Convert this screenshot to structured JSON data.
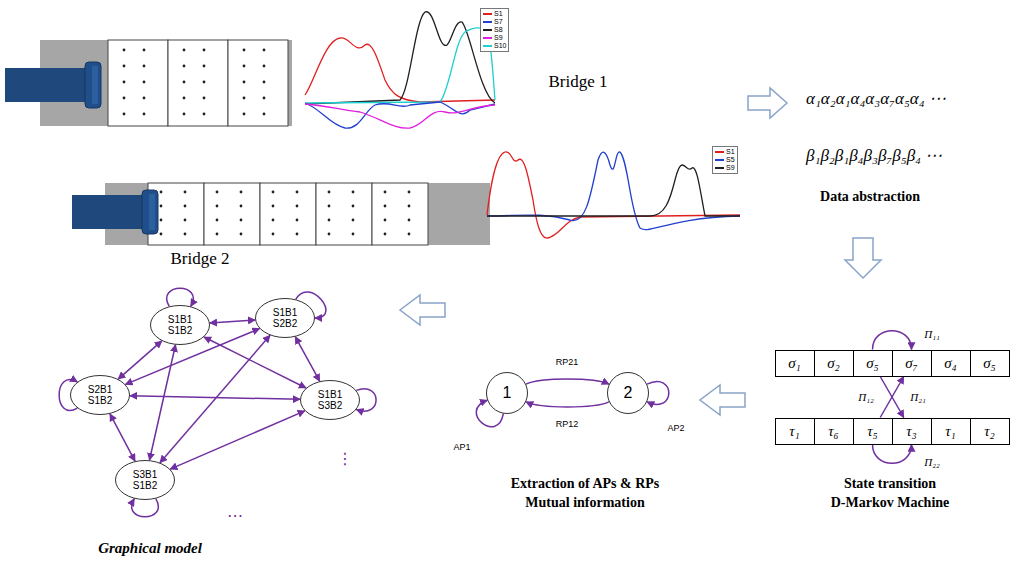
{
  "diagram": {
    "nodes": [
      {
        "text": [
          "S1B1 S1B2"
        ]
      },
      {
        "text": [
          "S1B1 S2B2"
        ]
      },
      {
        "text": [
          "S2B1 S1B2"
        ]
      },
      {
        "text": [
          "S1B1 S3B2"
        ]
      },
      {
        "text": [
          "S3B1 S1B2"
        ]
      },
      {
        "text": [
          "1"
        ]
      },
      {
        "text": [
          "2"
        ]
      },
      {
        "text": [
          "σ₁"
        ]
      },
      {
        "text": [
          "σ₂"
        ]
      },
      {
        "text": [
          "σ₅"
        ]
      },
      {
        "text": [
          "σ₇"
        ]
      },
      {
        "text": [
          "σ₄"
        ]
      },
      {
        "text": [
          "σ₅"
        ]
      },
      {
        "text": [
          "τ₁"
        ]
      },
      {
        "text": [
          "τ₆"
        ]
      },
      {
        "text": [
          "τ₅"
        ]
      },
      {
        "text": [
          "τ₃"
        ]
      },
      {
        "text": [
          "τ₁"
        ]
      },
      {
        "text": [
          "τ₂"
        ]
      }
    ],
    "edges": [
      {
        "from": 0,
        "to": 1,
        "arrow": "both"
      },
      {
        "from": 0,
        "to": 2,
        "arrow": "both"
      },
      {
        "from": 0,
        "to": 3,
        "arrow": "both"
      },
      {
        "from": 0,
        "to": 4,
        "arrow": "both"
      },
      {
        "from": 1,
        "to": 2,
        "arrow": "both"
      },
      {
        "from": 1,
        "to": 3,
        "arrow": "both"
      },
      {
        "from": 1,
        "to": 4,
        "arrow": "both"
      },
      {
        "from": 2,
        "to": 3,
        "arrow": "both"
      },
      {
        "from": 2,
        "to": 4,
        "arrow": "both"
      },
      {
        "from": 3,
        "to": 4,
        "arrow": "both"
      },
      {
        "from": 0,
        "to": 0,
        "arrow": "to"
      },
      {
        "from": 1,
        "to": 1,
        "arrow": "to"
      },
      {
        "from": 2,
        "to": 2,
        "arrow": "to"
      },
      {
        "from": 3,
        "to": 3,
        "arrow": "to"
      },
      {
        "from": 4,
        "to": 4,
        "arrow": "to"
      },
      {
        "from": 5,
        "to": 6,
        "label": "RP21",
        "arrow": "to"
      },
      {
        "from": 6,
        "to": 5,
        "label": "RP12",
        "arrow": "to"
      },
      {
        "from": 5,
        "to": 5,
        "label": "AP1",
        "arrow": "to"
      },
      {
        "from": 6,
        "to": 6,
        "label": "AP2",
        "arrow": "to"
      },
      {
        "from": 9,
        "to": 10,
        "label": "Π₁₁",
        "arrow": "to"
      },
      {
        "from": 9,
        "to": 16,
        "label": "Π₁₂",
        "arrow": "to"
      },
      {
        "from": 15,
        "to": 10,
        "label": "Π₂₁",
        "arrow": "to"
      },
      {
        "from": 15,
        "to": 16,
        "label": "Π₂₂",
        "arrow": "to"
      }
    ],
    "labels": [
      "Bridge 1",
      "Bridge 2",
      "α₁α₂α₁α₄α₃α₇α₅α₄ ⋯",
      "β₁β₂β₁β₄β₃β₇β₅β₄ ⋯",
      "Data abstraction",
      "State transition",
      "D-Markov Machine",
      "Extraction of APs & RPs",
      "Mutual information",
      "Graphical model",
      "⋮",
      "⋯"
    ],
    "legend": [
      {
        "text": "S1",
        "color": "#e02020"
      },
      {
        "text": "S7",
        "color": "#2040d0"
      },
      {
        "text": "S8",
        "color": "#202020"
      },
      {
        "text": "S9",
        "color": "#e020e0"
      },
      {
        "text": "S10",
        "color": "#20d0d0"
      },
      {
        "text": "S1",
        "color": "#e02020"
      },
      {
        "text": "S5",
        "color": "#2040d0"
      },
      {
        "text": "S9",
        "color": "#202020"
      }
    ]
  }
}
